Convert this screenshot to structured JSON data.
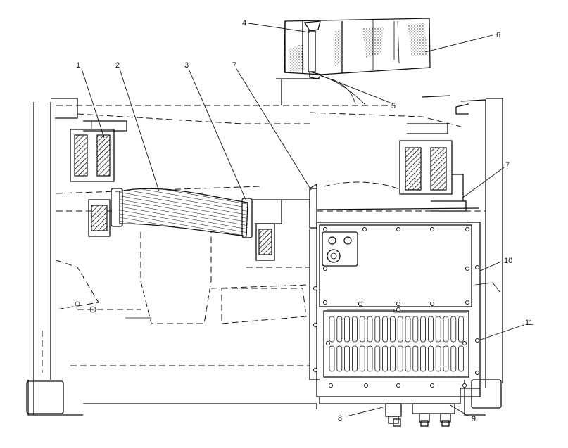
{
  "diagram": {
    "callouts": [
      {
        "id": "c1",
        "label": "1"
      },
      {
        "id": "c2",
        "label": "2"
      },
      {
        "id": "c3",
        "label": "3"
      },
      {
        "id": "c4",
        "label": "4"
      },
      {
        "id": "c5",
        "label": "5"
      },
      {
        "id": "c6",
        "label": "6"
      },
      {
        "id": "c7a",
        "label": "7"
      },
      {
        "id": "c7b",
        "label": "7"
      },
      {
        "id": "c8",
        "label": "8"
      },
      {
        "id": "c9",
        "label": "9"
      },
      {
        "id": "c10",
        "label": "10"
      },
      {
        "id": "c11",
        "label": "11"
      }
    ],
    "line_color": "#111111",
    "background": "#ffffff"
  }
}
